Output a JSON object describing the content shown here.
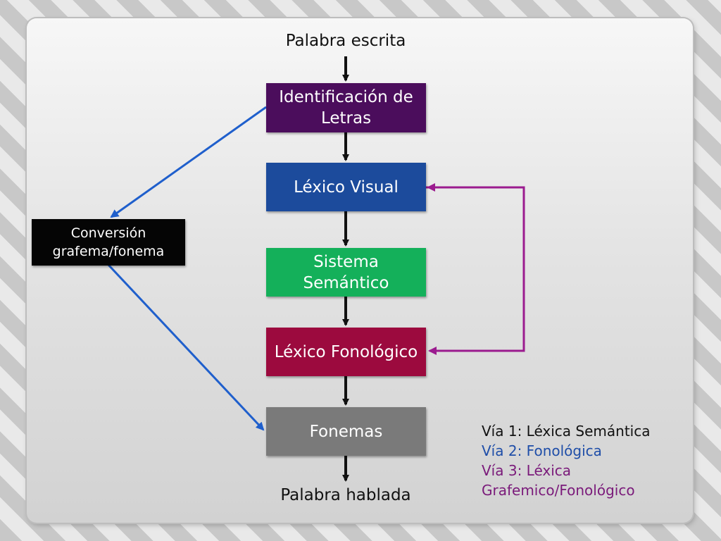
{
  "diagram": {
    "top_label": "Palabra escrita",
    "bottom_label": "Palabra hablada",
    "boxes": {
      "letters": {
        "label": "Identificación de Letras",
        "color": "#4b0d5c"
      },
      "visual_lexicon": {
        "label": "Léxico Visual",
        "color": "#1c4b9c"
      },
      "semantic_system": {
        "label": "Sistema Semántico",
        "color": "#14b05a"
      },
      "phonological_lexicon": {
        "label": "Léxico Fonológico",
        "color": "#9c0a3e"
      },
      "phonemes": {
        "label": "Fonemas",
        "color": "#7a7a7a"
      },
      "conversion": {
        "label": "Conversión grafema/fonema",
        "color": "#050505"
      }
    },
    "arrow_colors": {
      "main": "#111111",
      "sublexical": "#1f5fcc",
      "lexical": "#9b1b8f"
    }
  },
  "legend": {
    "items": [
      {
        "label": "Vía 1: Léxica Semántica",
        "color": "#111111"
      },
      {
        "label": "Vía 2: Fonológica",
        "color": "#1f4ea8"
      },
      {
        "label": "Vía 3: Léxica Grafemico/Fonológico",
        "color": "#7a1a7a"
      }
    ]
  }
}
